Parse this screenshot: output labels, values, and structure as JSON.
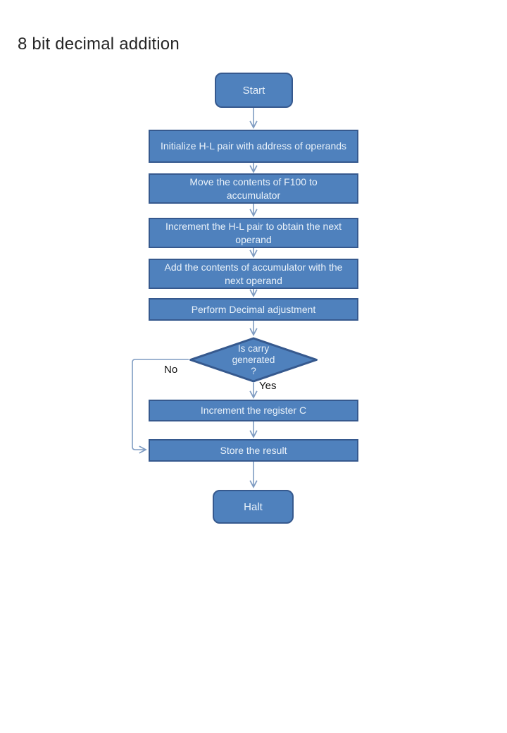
{
  "title": "8 bit decimal addition",
  "colors": {
    "node_fill": "#4f81bd",
    "node_border": "#36598e",
    "connector": "#7f9cc2",
    "node_text": "#eaf2fa",
    "title_text": "#262626",
    "branch_label_text": "#111111",
    "background": "#ffffff"
  },
  "nodes": {
    "start": "Start",
    "init": "Initialize H-L pair with address of operands",
    "move": {
      "lines": [
        "Move the contents of F100 to",
        "accumulator"
      ]
    },
    "increment_hl": {
      "lines": [
        "Increment the H-L pair to obtain the next",
        "operand"
      ]
    },
    "add": {
      "lines": [
        "Add the contents of accumulator with the",
        "next operand"
      ]
    },
    "decimal_adjust": "Perform Decimal adjustment",
    "decision": {
      "lines": [
        "Is carry",
        "generated",
        "?"
      ]
    },
    "increment_c": "Increment the register C",
    "store": "Store the result",
    "halt": "Halt"
  },
  "branch_labels": {
    "yes": "Yes",
    "no": "No"
  }
}
